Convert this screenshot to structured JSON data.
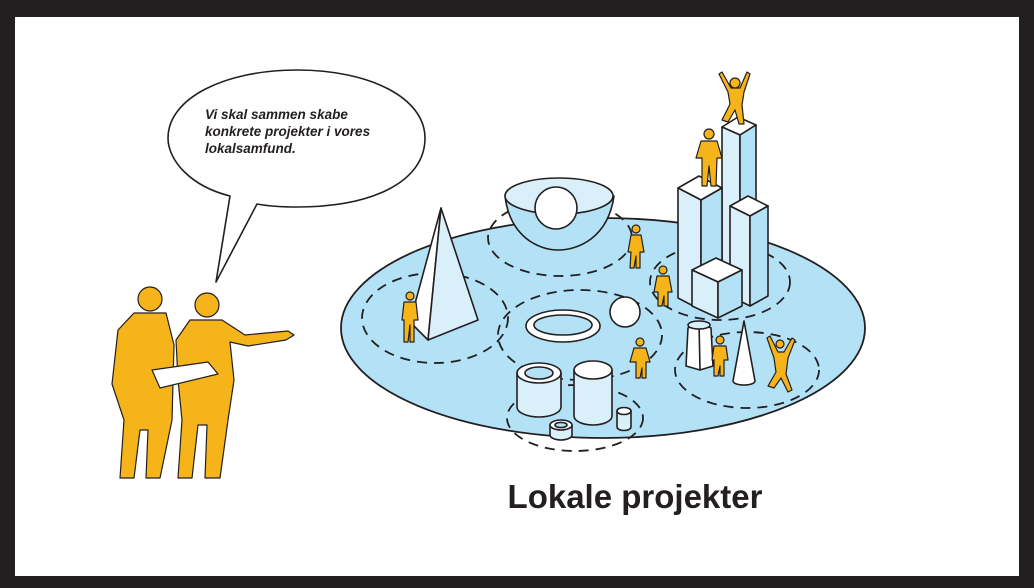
{
  "speech_bubble": {
    "lines": [
      "Vi skal sammen skabe",
      "konkrete projekter i vores",
      "lokalsamfund."
    ]
  },
  "caption": "Lokale projekter",
  "colors": {
    "frame": "#231f20",
    "disc": "#b3e2f6",
    "figures": "#f5b51a",
    "shapes_fill": "#ffffff",
    "shapes_shade": "#d9f0fa",
    "outline": "#231f20"
  }
}
